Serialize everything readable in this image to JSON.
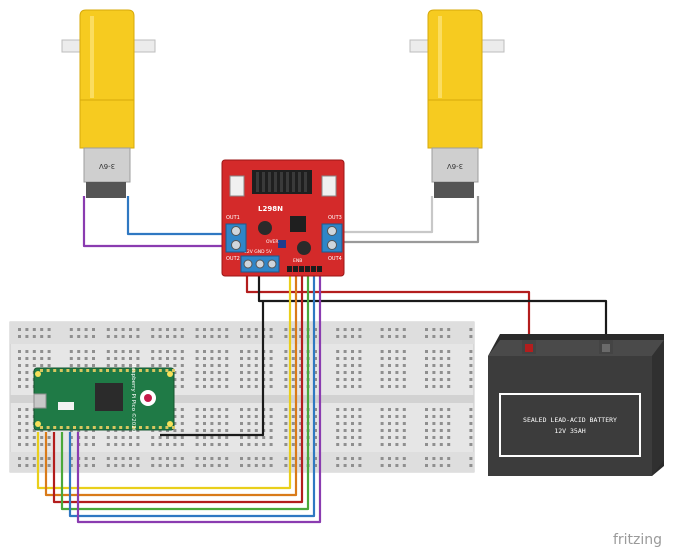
{
  "motor_left": {
    "label": "3-6V"
  },
  "motor_right": {
    "label": "3-6V"
  },
  "driver": {
    "chip_label": "L298N",
    "out1": "OUT1",
    "out2": "OUT2",
    "out3": "OUT3",
    "out4": "OUT4",
    "power_label": "12V GND 5V",
    "enable_label": "ENB",
    "over_label": "OVER"
  },
  "pico": {
    "label": "Raspberry Pi Pico ©2020"
  },
  "battery": {
    "line1": "SEALED LEAD-ACID BATTERY",
    "line2": "12V 35AH"
  },
  "watermark": "fritzing",
  "colors": {
    "motor_body": "#f6cb20",
    "driver_board": "#d42a2a",
    "terminal": "#2f86c8",
    "pico_board": "#1f7a46",
    "battery": "#3c3c3c",
    "wire_blue": "#2f78c2",
    "wire_purple": "#8a3cb0",
    "wire_gray": "#9a9a9a",
    "wire_red": "#b31d1d",
    "wire_black": "#1a1a1a",
    "wire_yellow": "#e9cf1b",
    "wire_orange": "#d97b1a",
    "wire_green": "#4aa83a"
  }
}
